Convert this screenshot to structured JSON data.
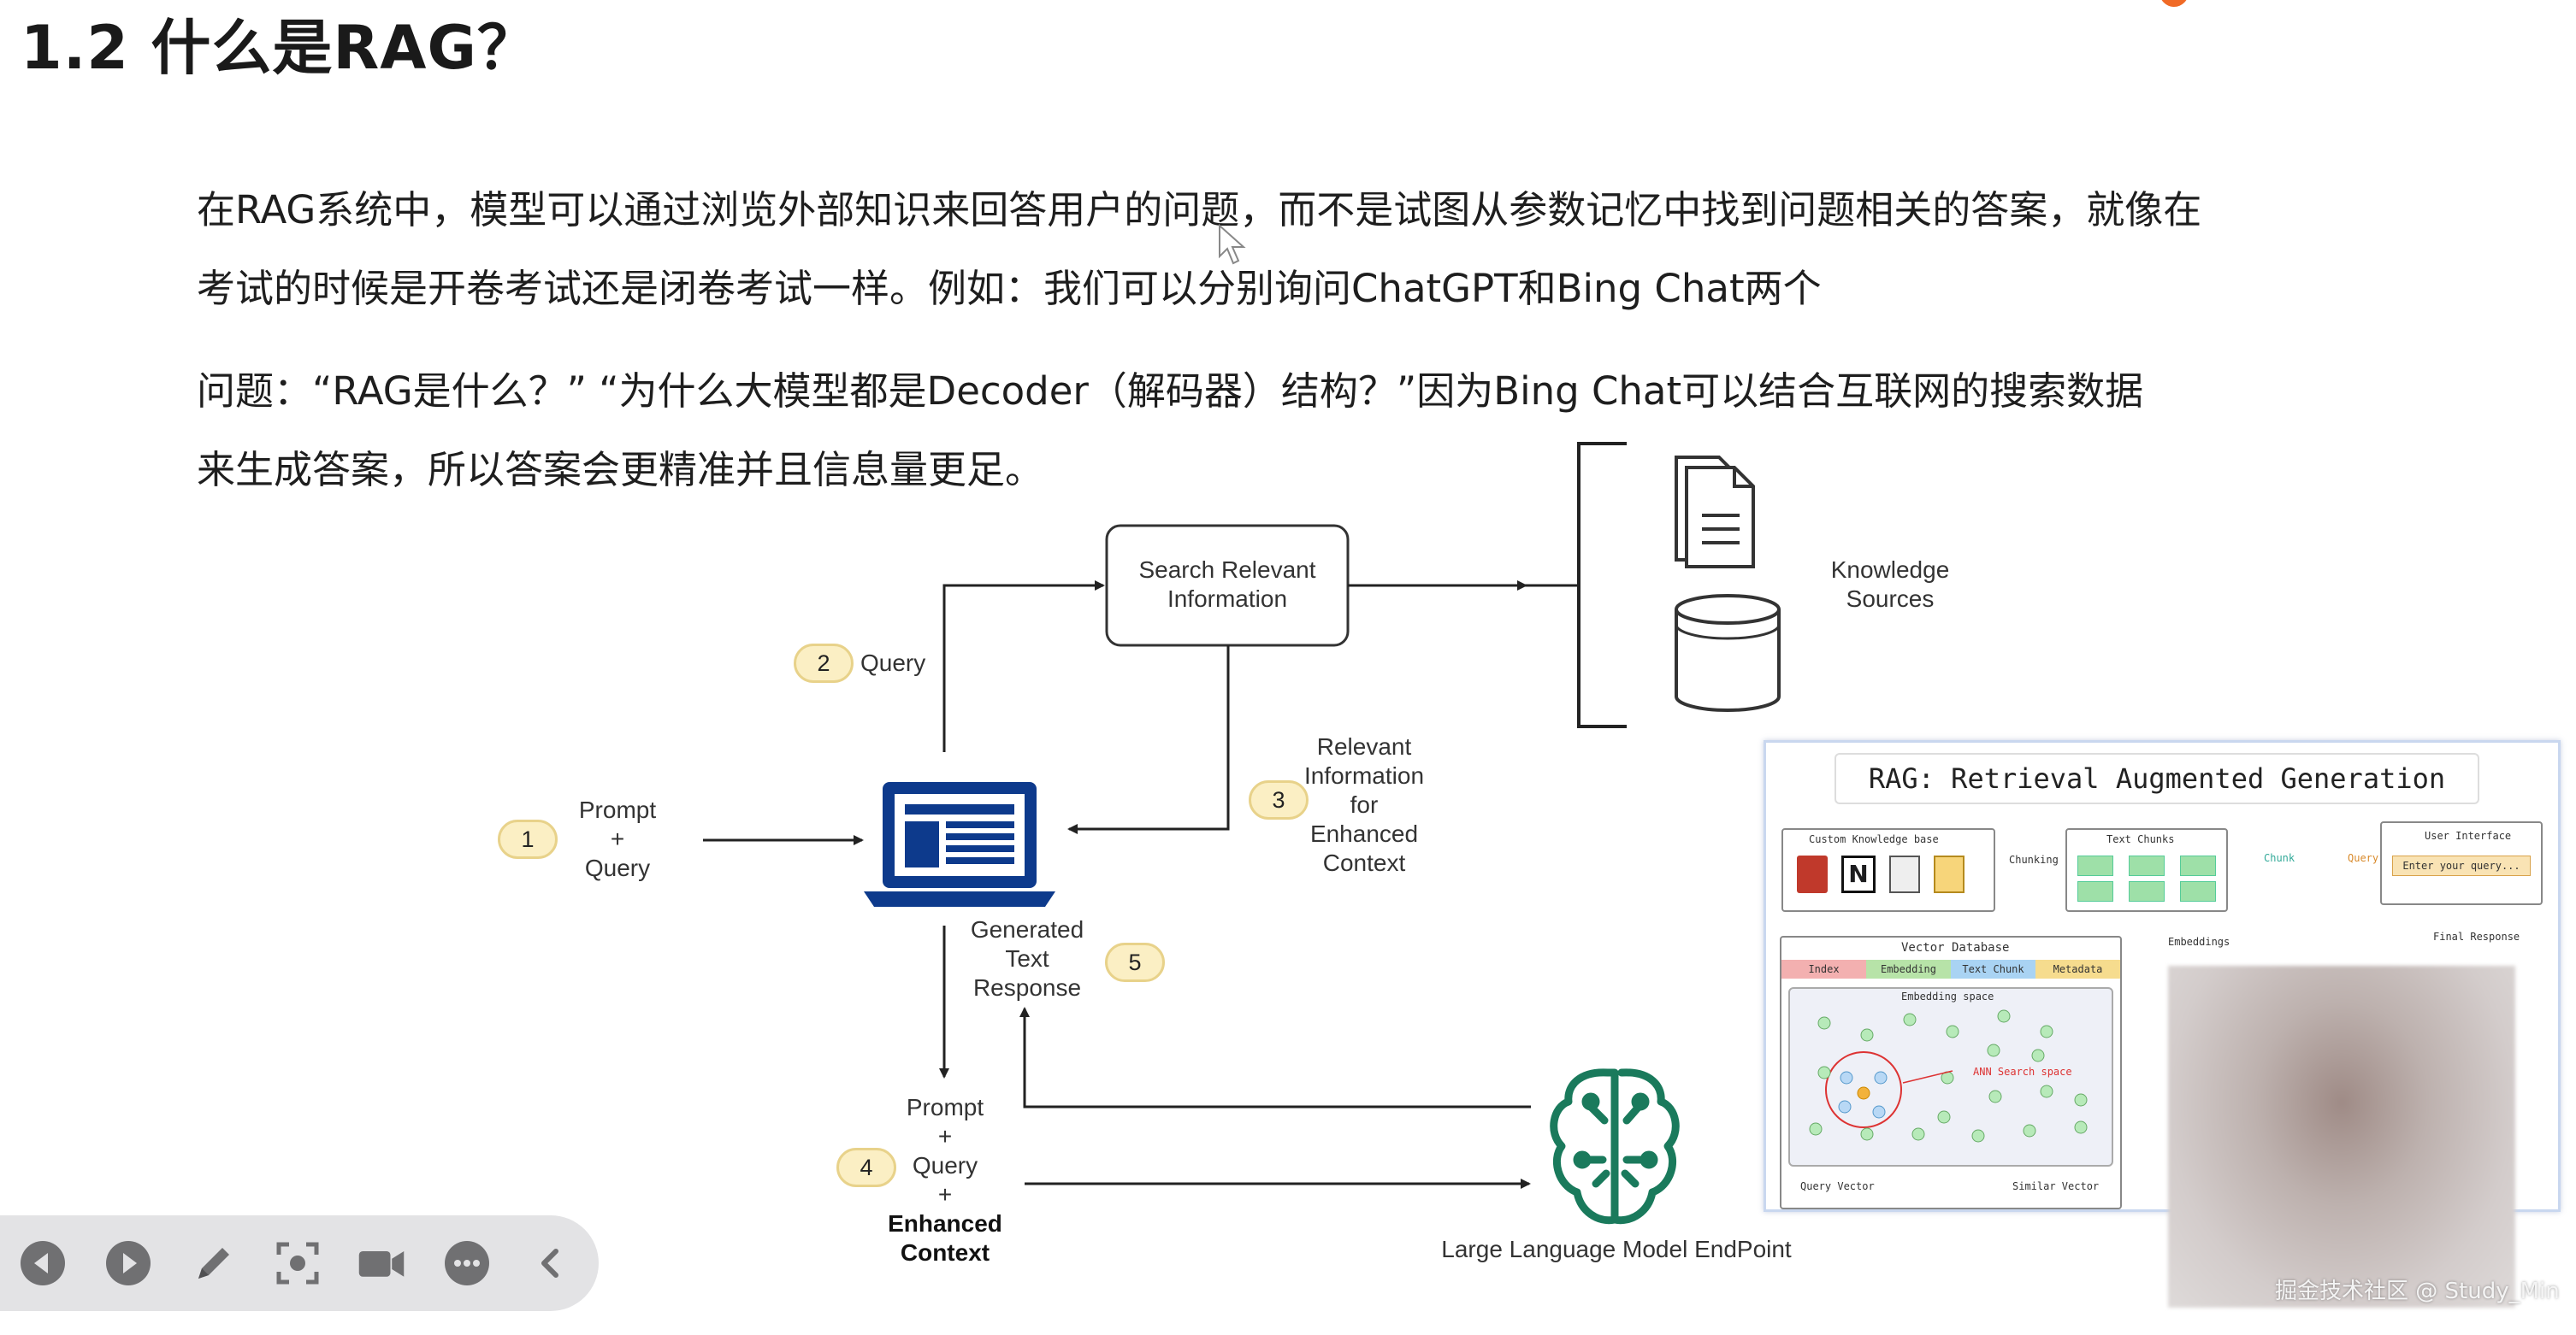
{
  "header": {
    "title": "1.2 什么是RAG？"
  },
  "paragraphs": {
    "p1_line1": "在RAG系统中，模型可以通过浏览外部知识来回答用户的问题，而不是试图从参数记忆中找到问题相关的答案，就像在",
    "p1_line2": "考试的时候是开卷考试还是闭卷考试一样。例如：我们可以分别询问ChatGPT和Bing Chat两个",
    "p2_line1": "问题：“RAG是什么？” “为什么大模型都是Decoder（解码器）结构？”因为Bing Chat可以结合互联网的搜索数据",
    "p2_line2": "来生成答案，所以答案会更精准并且信息量更足。"
  },
  "diagram": {
    "search_box": "Search Relevant Information",
    "search_box_l1": "Search Relevant",
    "search_box_l2": "Information",
    "knowledge_l1": "Knowledge",
    "knowledge_l2": "Sources",
    "query": "Query",
    "prompt_l1": "Prompt",
    "prompt_l2": "+",
    "prompt_l3": "Query",
    "relevant_l1": "Relevant",
    "relevant_l2": "Information",
    "relevant_l3": "for",
    "relevant_l4": "Enhanced",
    "relevant_l5": "Context",
    "generated_l1": "Generated",
    "generated_l2": "Text",
    "generated_l3": "Response",
    "enh_l1": "Prompt",
    "enh_l2": "+",
    "enh_l3": "Query",
    "enh_l4": "+",
    "enh_l5": "Enhanced",
    "enh_l6": "Context",
    "llm_label": "Large Language Model EndPoint",
    "badges": [
      "1",
      "2",
      "3",
      "4",
      "5"
    ]
  },
  "inset": {
    "title": "RAG: Retrieval Augmented Generation",
    "custom_kb": "Custom Knowledge base",
    "text_chunks": "Text Chunks",
    "user_interface": "User Interface",
    "enter_query": "Enter your query...",
    "chunking": "Chunking",
    "chunk": "Chunk",
    "query": "Query",
    "vector_db": "Vector Database",
    "cols": [
      "Index",
      "Embedding",
      "Text Chunk",
      "Metadata"
    ],
    "embedding_space": "Embedding space",
    "ann": "ANN Search space",
    "embeddings": "Embeddings",
    "final_response": "Final Response",
    "query_vector": "Query Vector",
    "similar_vector": "Similar Vector",
    "kb_icons": [
      "PDF",
      "Notion",
      "Documents",
      "Code"
    ]
  },
  "watermark": "掘金技术社区 @ Study_Min",
  "toolbar": {
    "buttons": [
      "prev",
      "play",
      "pen",
      "screenshot",
      "camera",
      "more",
      "collapse"
    ]
  },
  "colors": {
    "navy": "#0d3a8c",
    "badge": "#fbefc4",
    "llm_green": "#1a7a5c",
    "accent_orange": "#f06a26"
  }
}
